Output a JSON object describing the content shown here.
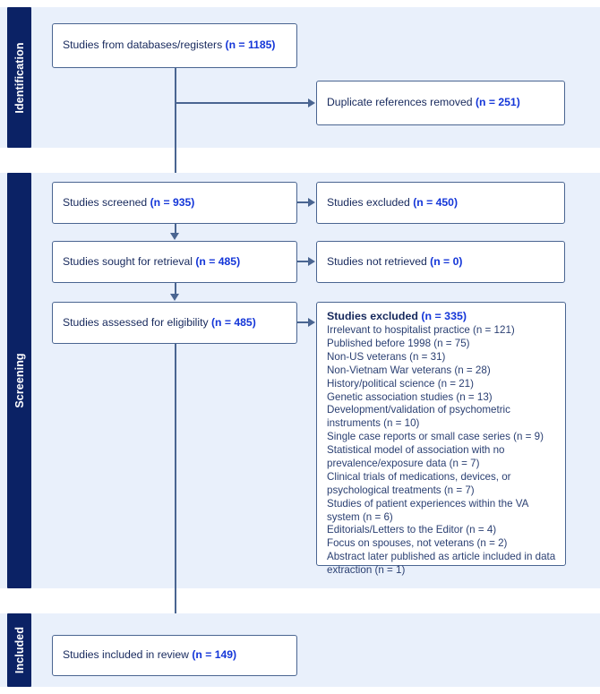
{
  "diagram": {
    "title": "PRISMA flow diagram",
    "colors": {
      "band_background": "#e9f0fb",
      "band_tab": "#0b2265",
      "box_border": "#4a6591",
      "text": "#16285c",
      "count_accent": "#1436d8",
      "page_background": "#ffffff"
    }
  },
  "phases": [
    {
      "id": "identification",
      "label": "Identification"
    },
    {
      "id": "screening",
      "label": "Screening"
    },
    {
      "id": "included",
      "label": "Included"
    }
  ],
  "nodes": {
    "databases": {
      "text": "Studies from databases/registers ",
      "count": "(n = 1185)"
    },
    "duplicates": {
      "text": "Duplicate references removed ",
      "count": "(n = 251)"
    },
    "screened": {
      "text": "Studies screened ",
      "count": "(n = 935)"
    },
    "screened_excluded": {
      "text": "Studies excluded ",
      "count": "(n = 450)"
    },
    "sought": {
      "text": "Studies sought for retrieval ",
      "count": "(n = 485)"
    },
    "not_retrieved": {
      "text": "Studies not retrieved ",
      "count": "(n = 0)"
    },
    "assessed": {
      "text": "Studies assessed for eligibility ",
      "count": "(n = 485)"
    },
    "included": {
      "text": "Studies included in review ",
      "count": "(n = 149)"
    }
  },
  "exclusions": {
    "heading_text": "Studies excluded ",
    "heading_count": "(n = 335)",
    "reasons": [
      "Irrelevant to hospitalist practice (n = 121)",
      "Published before 1998 (n = 75)",
      "Non-US veterans  (n = 31)",
      "Non-Vietnam  War veterans  (n = 28)",
      "History/political  science (n = 21)",
      "Genetic association studies  (n = 13)",
      "Development/validation  of psychometric",
      "instruments  (n = 10)",
      "Single case reports or small  case series (n = 9)",
      "Statistical model of association with no",
      "prevalence/exposure  data  (n = 7)",
      "Clinical trials of medications, devices, or",
      "psychological treatments  (n = 7)",
      "Studies of patient experiences within the VA",
      "system  (n = 6)",
      "Editorials/Letters  to the Editor (n = 4)",
      "Focus on spouses, not veterans (n = 2)",
      "Abstract later published as article included in data",
      "extraction  (n = 1)"
    ]
  },
  "chart_data": {
    "type": "diagram",
    "title": "PRISMA flow diagram",
    "stages": [
      {
        "phase": "Identification",
        "label": "Studies from databases/registers",
        "n": 1185
      },
      {
        "phase": "Identification",
        "label": "Duplicate references removed",
        "n": 251
      },
      {
        "phase": "Screening",
        "label": "Studies screened",
        "n": 935
      },
      {
        "phase": "Screening",
        "label": "Studies excluded",
        "n": 450
      },
      {
        "phase": "Screening",
        "label": "Studies sought for retrieval",
        "n": 485
      },
      {
        "phase": "Screening",
        "label": "Studies not retrieved",
        "n": 0
      },
      {
        "phase": "Screening",
        "label": "Studies assessed for eligibility",
        "n": 485
      },
      {
        "phase": "Screening",
        "label": "Studies excluded (with reasons)",
        "n": 335
      },
      {
        "phase": "Included",
        "label": "Studies included in review",
        "n": 149
      }
    ]
  }
}
